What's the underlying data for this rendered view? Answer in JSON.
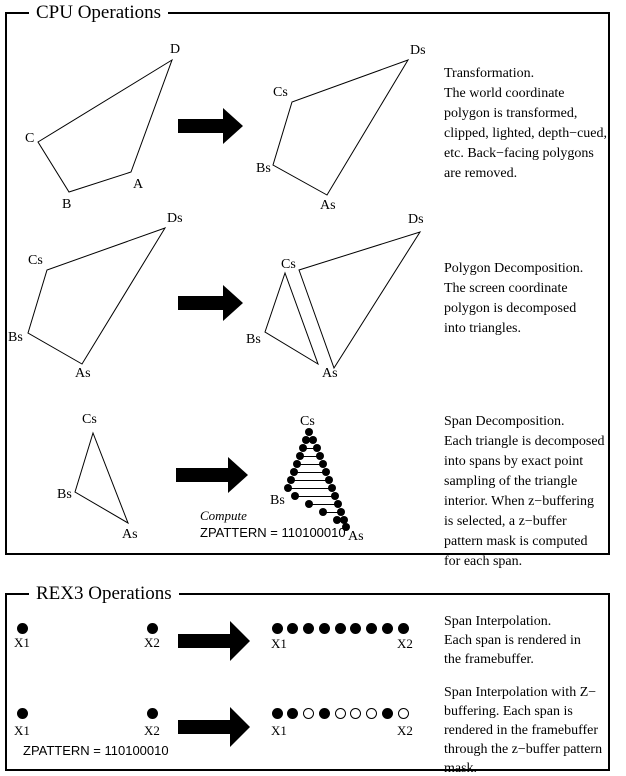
{
  "page": {
    "background": "#ffffff",
    "ink": "#000000"
  },
  "cpu": {
    "title": "CPU Operations",
    "transformation": {
      "caption": "Transformation.\nThe world coordinate\npolygon is transformed,\nclipped, lighted, depth−cued,\netc. Back−facing polygons\nare removed.",
      "world_polygon_labels": {
        "d": "D",
        "c": "C",
        "b": "B",
        "a": "A"
      },
      "screen_polygon_labels": {
        "ds": "Ds",
        "cs": "Cs",
        "bs": "Bs",
        "as": "As"
      }
    },
    "polygon_decomposition": {
      "caption": "Polygon Decomposition.\nThe screen coordinate\npolygon is decomposed\ninto triangles.",
      "source_labels": {
        "ds": "Ds",
        "cs": "Cs",
        "bs": "Bs",
        "as": "As"
      },
      "result_labels": {
        "ds": "Ds",
        "cs": "Cs",
        "bs": "Bs",
        "as": "As"
      }
    },
    "span_decomposition": {
      "caption": "Span Decomposition.\nEach triangle is decomposed\ninto spans by exact point\nsampling of the triangle\ninterior. When z−buffering\nis selected, a z−buffer\npattern mask is computed\nfor each span.",
      "triangle_labels": {
        "cs": "Cs",
        "bs": "Bs",
        "as": "As"
      },
      "result_labels": {
        "cs": "Cs",
        "bs": "Bs",
        "as": "As"
      },
      "compute_label": "Compute",
      "zpattern_text": "ZPATTERN = 110100010"
    }
  },
  "rex3": {
    "title": "REX3 Operations",
    "span_interpolation": {
      "caption": "Span Interpolation.\nEach span is rendered in\nthe framebuffer.",
      "x1_label": "X1",
      "x2_label": "X2",
      "result_x1_label": "X1",
      "result_x2_label": "X2",
      "pattern": "111111111"
    },
    "span_interpolation_z": {
      "caption": "Span Interpolation with Z−\nbuffering. Each span is\nrendered in the framebuffer\nthrough the z−buffer pattern\nmask.",
      "x1_label": "X1",
      "x2_label": "X2",
      "result_x1_label": "X1",
      "result_x2_label": "X2",
      "pattern": "110100010",
      "zpattern_text": "ZPATTERN = 110100010"
    }
  }
}
